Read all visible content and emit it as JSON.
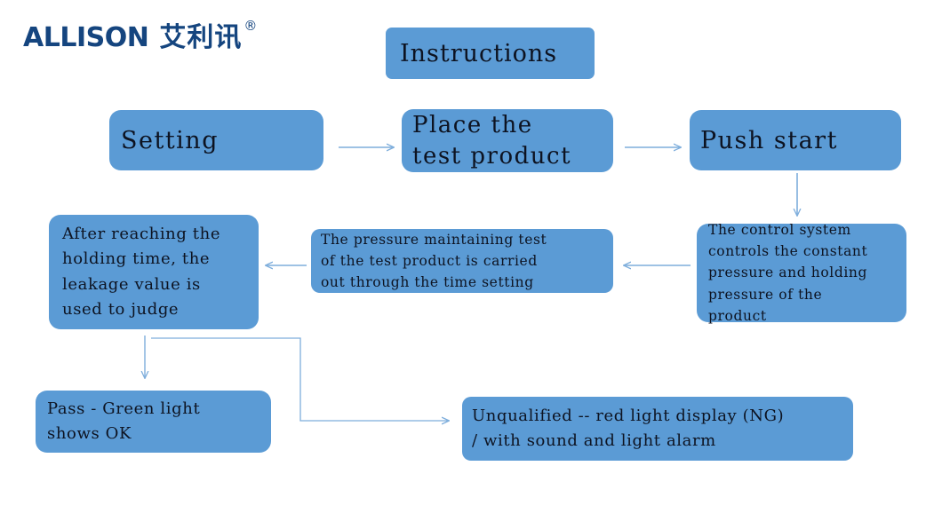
{
  "brand": {
    "wordmark": "ALLISON",
    "chinese": "艾利讯",
    "trademark": "®",
    "color": "#15457F"
  },
  "theme": {
    "box_fill": "#5B9BD5",
    "box_text": "#0D1321",
    "connector": "#7EAEDC",
    "page_background": "#FFFFFF"
  },
  "diagram": {
    "type": "flowchart",
    "title": "Instructions",
    "nodes": [
      {
        "id": "instructions",
        "label": "Instructions"
      },
      {
        "id": "setting",
        "label": "Setting"
      },
      {
        "id": "place",
        "label": "Place the\ntest product"
      },
      {
        "id": "push",
        "label": "Push start"
      },
      {
        "id": "control",
        "label": "The control system\ncontrols the constant\npressure and holding\npressure of the\nproduct"
      },
      {
        "id": "pressure",
        "label": "The pressure maintaining test\nof the test product is carried\nout through the time setting"
      },
      {
        "id": "after",
        "label": "After reaching the\nholding time, the\nleakage value is\nused to judge"
      },
      {
        "id": "pass",
        "label": "Pass - Green light\nshows OK"
      },
      {
        "id": "unqualified",
        "label": "Unqualified -- red light display (NG)\n/ with sound and light alarm"
      }
    ],
    "edges": [
      {
        "from": "setting",
        "to": "place",
        "direction": "right"
      },
      {
        "from": "place",
        "to": "push",
        "direction": "right"
      },
      {
        "from": "push",
        "to": "control",
        "direction": "down"
      },
      {
        "from": "control",
        "to": "pressure",
        "direction": "left"
      },
      {
        "from": "pressure",
        "to": "after",
        "direction": "left"
      },
      {
        "from": "after",
        "to": "pass",
        "direction": "down"
      },
      {
        "from": "after",
        "to": "unqualified",
        "direction": "elbow-right"
      }
    ]
  }
}
